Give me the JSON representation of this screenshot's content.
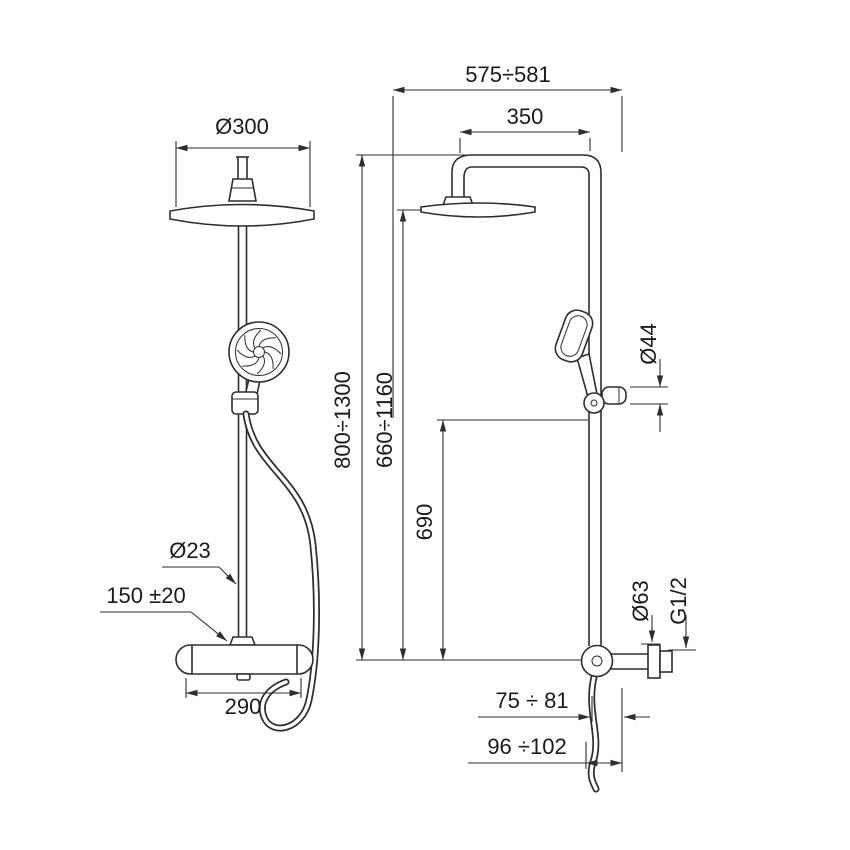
{
  "views": {
    "front": {
      "head_diameter": "Ø300",
      "riser_diameter": "Ø23",
      "bracket_spacing": "150 ±20",
      "mixer_width": "290"
    },
    "side": {
      "overall_width": "575÷581",
      "arm_projection": "350",
      "slider_diameter": "Ø44",
      "overall_height": "800÷1300",
      "riser_height": "660÷1160",
      "handset_height": "690",
      "escutcheon_diameter": "Ø63",
      "connection_thread": "G1/2",
      "wall_offset_pipe": "75 ÷ 81",
      "wall_offset_handset": "96 ÷102"
    }
  }
}
